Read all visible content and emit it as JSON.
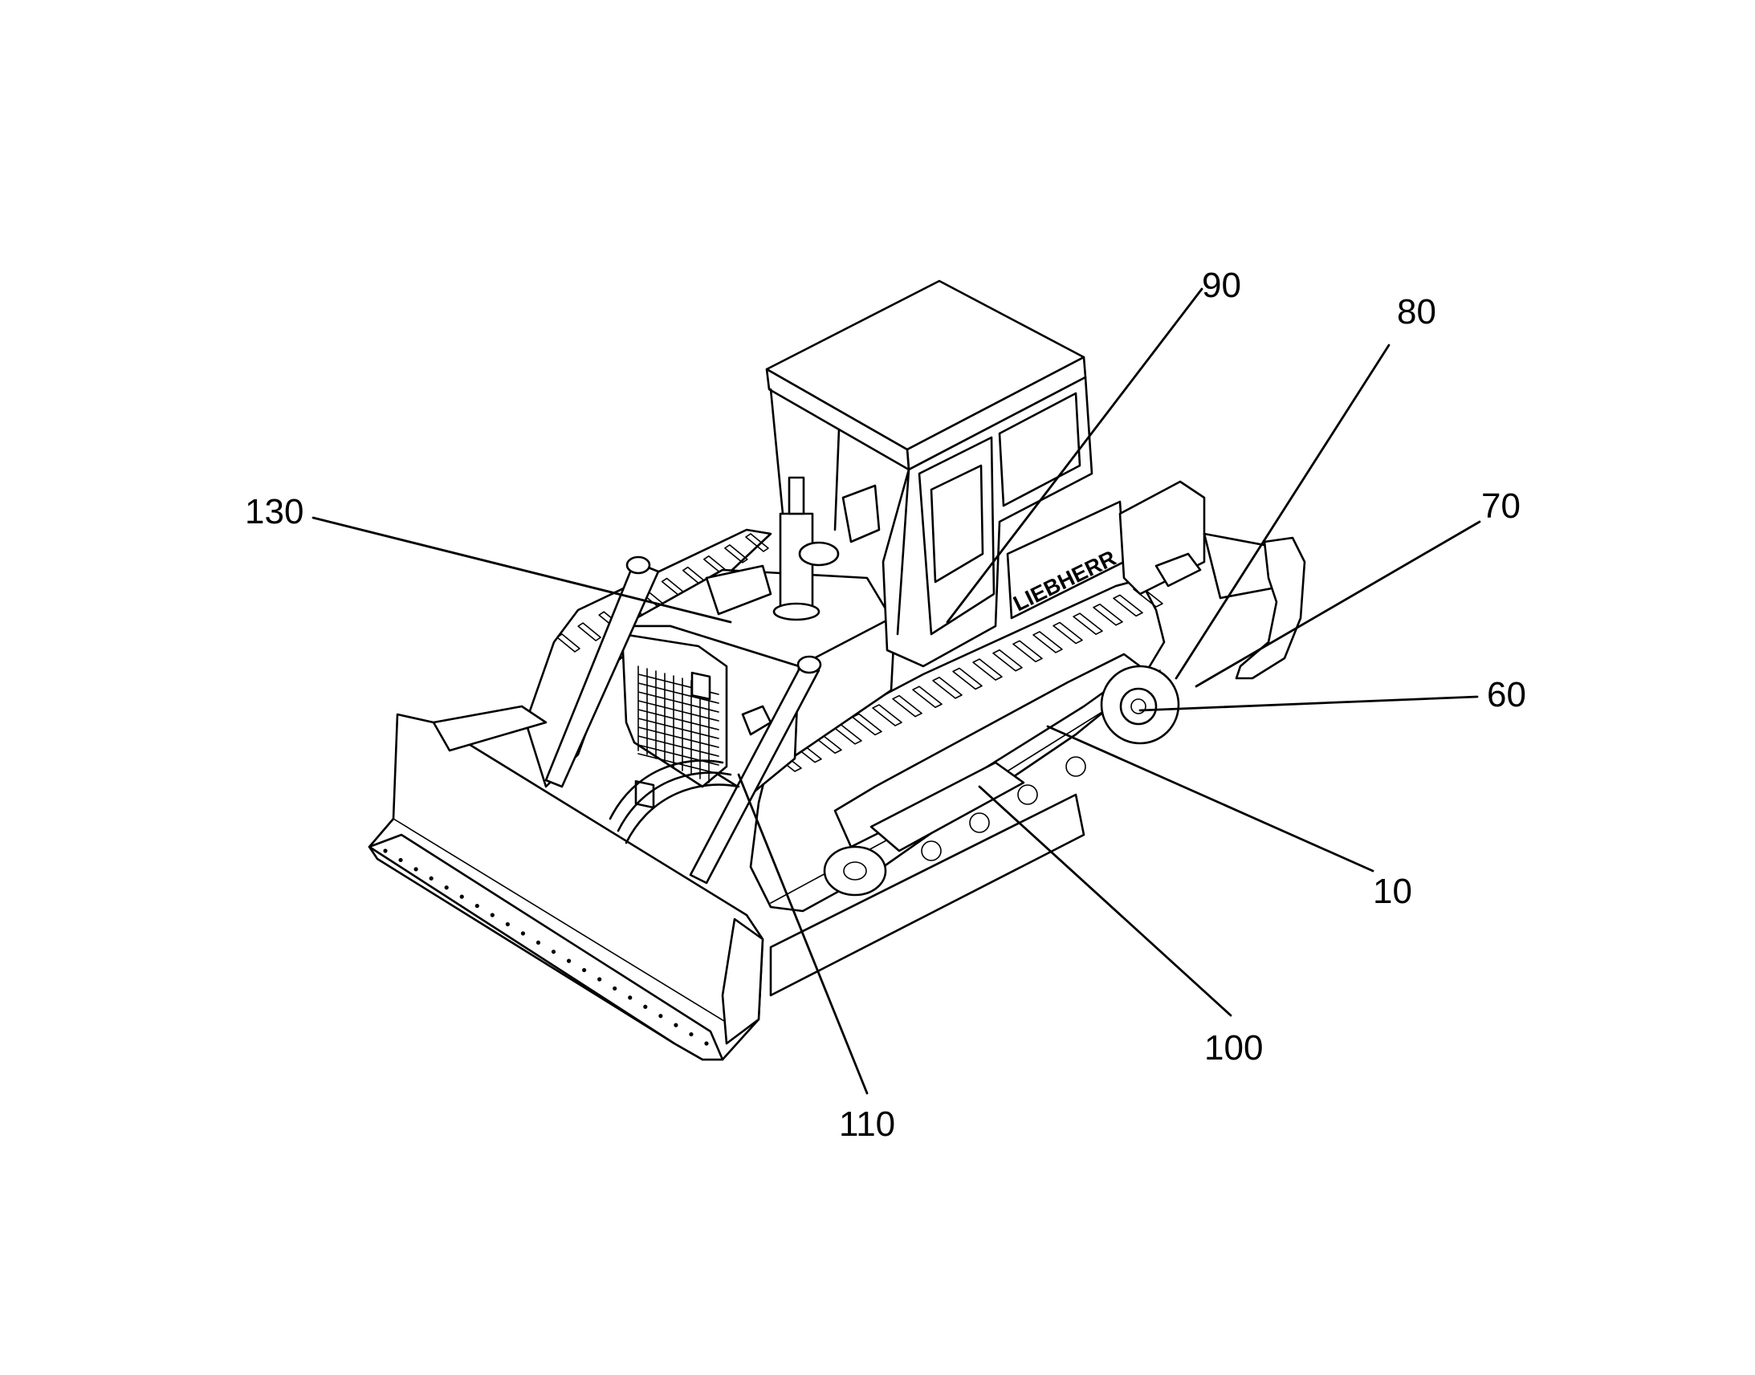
{
  "machine": {
    "brand_text": "LIEBHERR"
  },
  "callouts": [
    {
      "id": "90",
      "label": "90"
    },
    {
      "id": "80",
      "label": "80"
    },
    {
      "id": "70",
      "label": "70"
    },
    {
      "id": "60",
      "label": "60"
    },
    {
      "id": "10",
      "label": "10"
    },
    {
      "id": "100",
      "label": "100"
    },
    {
      "id": "110",
      "label": "110"
    },
    {
      "id": "130",
      "label": "130"
    }
  ],
  "colors": {
    "line": "#000000",
    "background": "#ffffff"
  }
}
